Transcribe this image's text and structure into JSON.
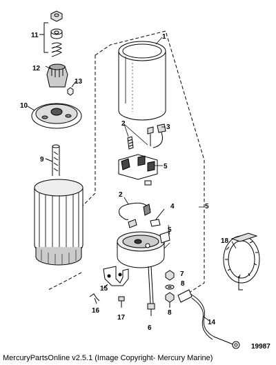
{
  "diagram": {
    "figure_number": "19987",
    "callouts": {
      "c1": "1",
      "c2a": "2",
      "c2b": "2",
      "c3": "3",
      "c4": "4",
      "c5a": "5",
      "c5b": "5",
      "c5c": "5",
      "c6": "6",
      "c7": "7",
      "c8a": "8",
      "c8b": "8",
      "c9": "9",
      "c10": "10",
      "c11": "11",
      "c12": "12",
      "c13": "13",
      "c14": "14",
      "c15": "15",
      "c16": "16",
      "c17": "17",
      "c18": "18"
    }
  },
  "caption": "MercuryPartsOnline v2.5.1 (Image Copyright- Mercury Marine)"
}
